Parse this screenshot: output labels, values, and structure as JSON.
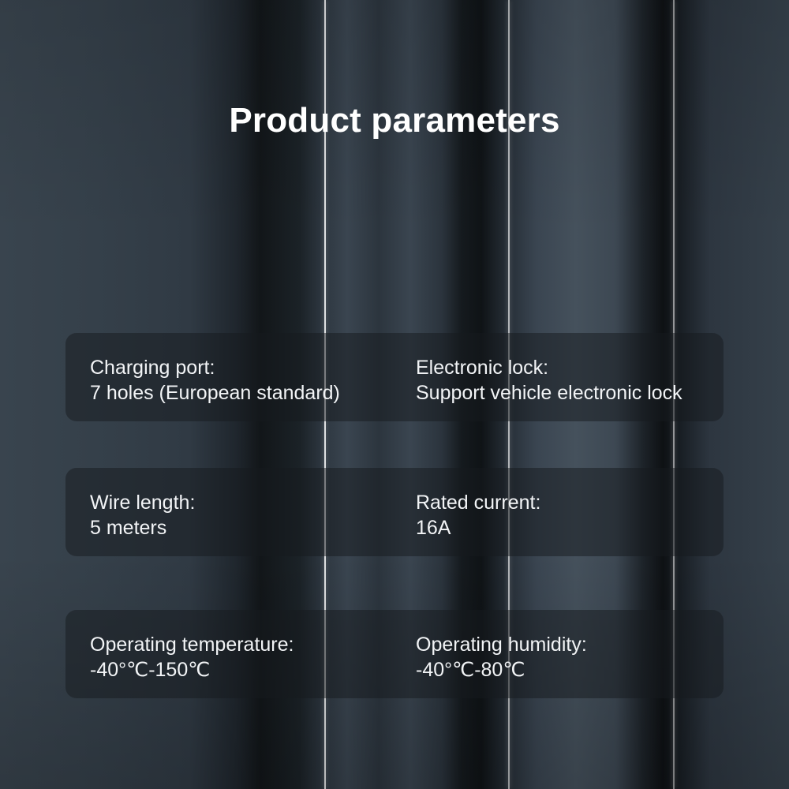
{
  "title": "Product parameters",
  "parameters": [
    {
      "left": {
        "label": "Charging port:",
        "value": "7 holes (European standard)"
      },
      "right": {
        "label": "Electronic lock:",
        "value": "Support vehicle electronic lock"
      }
    },
    {
      "left": {
        "label": "Wire length:",
        "value": "5 meters"
      },
      "right": {
        "label": "Rated current:",
        "value": "16A"
      }
    },
    {
      "left": {
        "label": "Operating temperature:",
        "value": "-40°℃-150℃"
      },
      "right": {
        "label": "Operating humidity:",
        "value": "-40°℃-80℃"
      }
    }
  ]
}
